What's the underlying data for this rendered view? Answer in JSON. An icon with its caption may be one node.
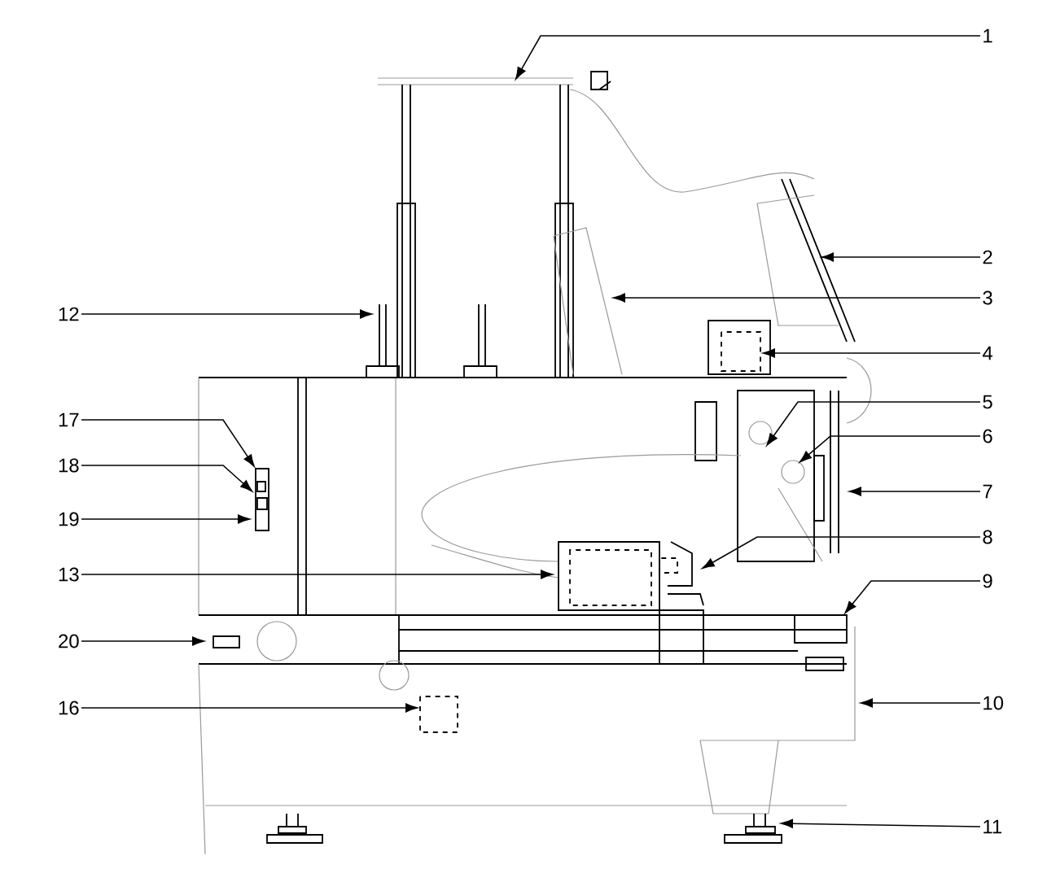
{
  "diagram": {
    "nodes": [
      {
        "text": [
          "1"
        ]
      },
      {
        "text": [
          "2"
        ]
      },
      {
        "text": [
          "3"
        ]
      },
      {
        "text": [
          "12"
        ]
      },
      {
        "text": [
          "4"
        ]
      },
      {
        "text": [
          "5"
        ]
      },
      {
        "text": [
          "17"
        ]
      },
      {
        "text": [
          "6"
        ]
      },
      {
        "text": [
          "18"
        ]
      },
      {
        "text": [
          "7"
        ]
      },
      {
        "text": [
          "19"
        ]
      },
      {
        "text": [
          "8"
        ]
      },
      {
        "text": [
          "13"
        ]
      },
      {
        "text": [
          "9"
        ]
      },
      {
        "text": [
          "20"
        ]
      },
      {
        "text": [
          "10"
        ]
      },
      {
        "text": [
          "16"
        ]
      },
      {
        "text": [
          "11"
        ]
      }
    ],
    "edges": [
      {
        "from": 0,
        "to": null,
        "arrow": "to"
      },
      {
        "from": 1,
        "to": null,
        "arrow": "to"
      },
      {
        "from": 2,
        "to": null,
        "arrow": "to"
      },
      {
        "from": 3,
        "to": null,
        "arrow": "to"
      },
      {
        "from": 4,
        "to": null,
        "arrow": "to"
      },
      {
        "from": 5,
        "to": null,
        "arrow": "to"
      },
      {
        "from": 6,
        "to": null,
        "arrow": "to"
      },
      {
        "from": 7,
        "to": null,
        "arrow": "to"
      },
      {
        "from": 8,
        "to": null,
        "arrow": "to"
      },
      {
        "from": 9,
        "to": null,
        "arrow": "to"
      },
      {
        "from": 10,
        "to": null,
        "arrow": "to"
      },
      {
        "from": 11,
        "to": null,
        "arrow": "to"
      },
      {
        "from": 12,
        "to": null,
        "arrow": "to"
      },
      {
        "from": 13,
        "to": null,
        "arrow": "to"
      },
      {
        "from": 14,
        "to": null,
        "arrow": "to"
      },
      {
        "from": 15,
        "to": null,
        "arrow": "to"
      },
      {
        "from": 16,
        "to": null,
        "arrow": "to"
      },
      {
        "from": 17,
        "to": null,
        "arrow": "to"
      }
    ]
  }
}
